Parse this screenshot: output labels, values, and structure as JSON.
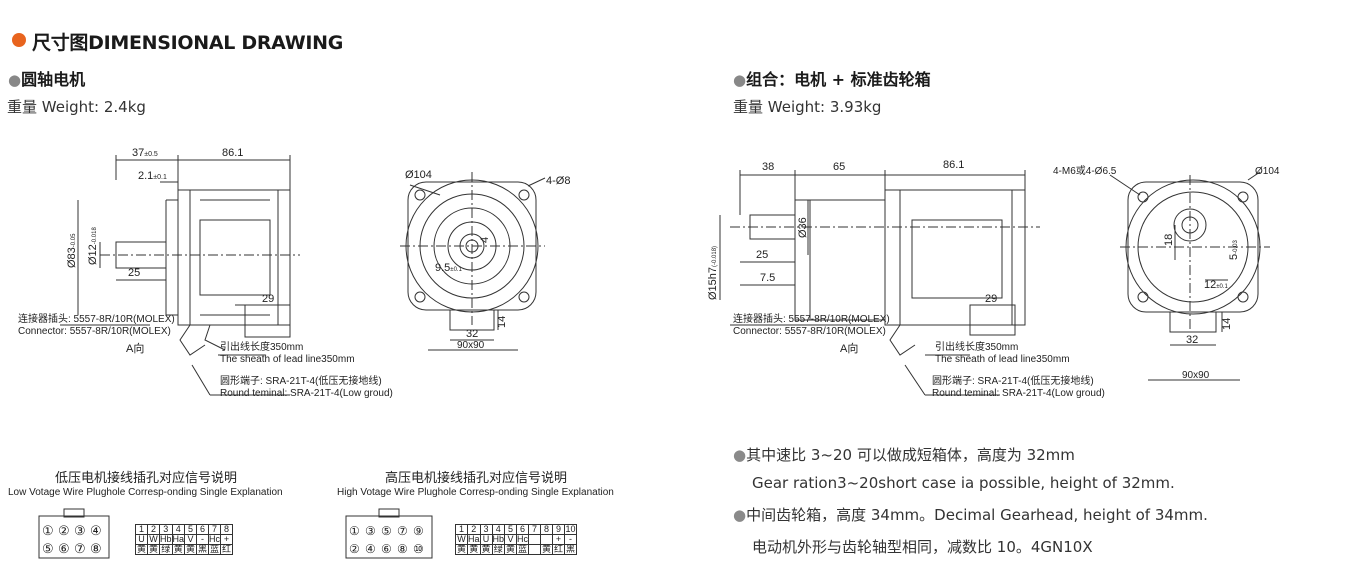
{
  "header": {
    "title": "尺寸图DIMENSIONAL DRAWING"
  },
  "left": {
    "section": "圆轴电机",
    "weight": "重量 Weight: 2.4kg",
    "dims": {
      "d37": "37",
      "d37s": "±0.5",
      "d86": "86.1",
      "d2": "2.1",
      "d2s": "±0.1",
      "d12": "Ø12",
      "d12s": "-0.018",
      "d83": "Ø83",
      "d83s": "-0.05",
      "d25": "25",
      "d29": "29",
      "d104": "Ø104",
      "d48": "4-Ø8",
      "d95": "9.5",
      "d95s": "±0.1",
      "d4": "4",
      "d32": "32",
      "d14": "14",
      "d90": "90x90"
    },
    "connector_cn": "连接器插头: 5557-8R/10R(MOLEX)",
    "connector_en": "Connector: 5557-8R/10R(MOLEX)",
    "view_a": "A向",
    "lead_cn": "引出线长度350mm",
    "lead_en": "The sheath of lead line350mm",
    "terminal_cn": "圆形端子: SRA-21T-4(低压无接地线)",
    "terminal_en": "Round teminal: SRA-21T-4(Low groud)"
  },
  "right": {
    "section": "组合：电机 + 标准齿轮箱",
    "weight": "重量 Weight: 3.93kg",
    "dims": {
      "d38": "38",
      "d65": "65",
      "d86": "86.1",
      "d36": "Ø36",
      "d25": "25",
      "d75": "7.5",
      "d15": "Ø15h7",
      "d15s": "(-0.018)",
      "d29": "29",
      "m6": "4-M6或4-Ø6.5",
      "d104": "Ø104",
      "d18": "18",
      "d5": "5",
      "d5s": "-0.03",
      "d12": "12",
      "d12s": "±0.1",
      "d32": "32",
      "d14": "14",
      "d90": "90x90"
    },
    "connector_cn": "连接器插头: 5557-8R/10R(MOLEX)",
    "connector_en": "Connector: 5557-8R/10R(MOLEX)",
    "view_a": "A向",
    "lead_cn": "引出线长度350mm",
    "lead_en": "The sheath of lead line350mm",
    "terminal_cn": "圆形端子: SRA-21T-4(低压无接地线)",
    "terminal_en": "Round teminal: SRA-21T-4(Low groud)"
  },
  "low_voltage": {
    "caption_cn": "低压电机接线插孔对应信号说明",
    "caption_en": "Low Votage Wire Plughole Corresp-onding Single Explanation",
    "plug_pins": [
      "①",
      "②",
      "③",
      "④",
      "⑤",
      "⑥",
      "⑦",
      "⑧"
    ],
    "header": [
      "1",
      "2",
      "3",
      "4",
      "5",
      "6",
      "7",
      "8"
    ],
    "signal": [
      "U",
      "W",
      "Hb",
      "Ha",
      "V",
      "-",
      "Hc",
      "+"
    ],
    "color": [
      "黄",
      "黄",
      "绿",
      "黄",
      "黄",
      "黑",
      "蓝",
      "红"
    ]
  },
  "high_voltage": {
    "caption_cn": "高压电机接线插孔对应信号说明",
    "caption_en": "High Votage Wire Plughole Corresp-onding Single Explanation",
    "plug_pins": [
      "①",
      "③",
      "⑤",
      "⑦",
      "⑨",
      "②",
      "④",
      "⑥",
      "⑧",
      "⑩"
    ],
    "header": [
      "1",
      "2",
      "3",
      "4",
      "5",
      "6",
      "7",
      "8",
      "9",
      "10"
    ],
    "signal": [
      "W",
      "Ha",
      "U",
      "Hb",
      "V",
      "Hc",
      "",
      "",
      "+",
      "-"
    ],
    "color": [
      "黄",
      "黄",
      "黄",
      "绿",
      "黄",
      "蓝",
      "",
      "黄",
      "红",
      "黑"
    ]
  },
  "notes": {
    "n1": "其中速比 3~20 可以做成短箱体，高度为 32mm",
    "n1b": "Gear ration3~20short case ia possible, height of 32mm.",
    "n2": "中间齿轮箱，高度 34mm。Decimal Gearhead, height of 34mm.",
    "n2b": "电动机外形与齿轮轴型相同，减数比 10。4GN10X"
  },
  "colors": {
    "accent": "#e8641e",
    "bullet": "#8a8a8a",
    "line": "#333333"
  }
}
